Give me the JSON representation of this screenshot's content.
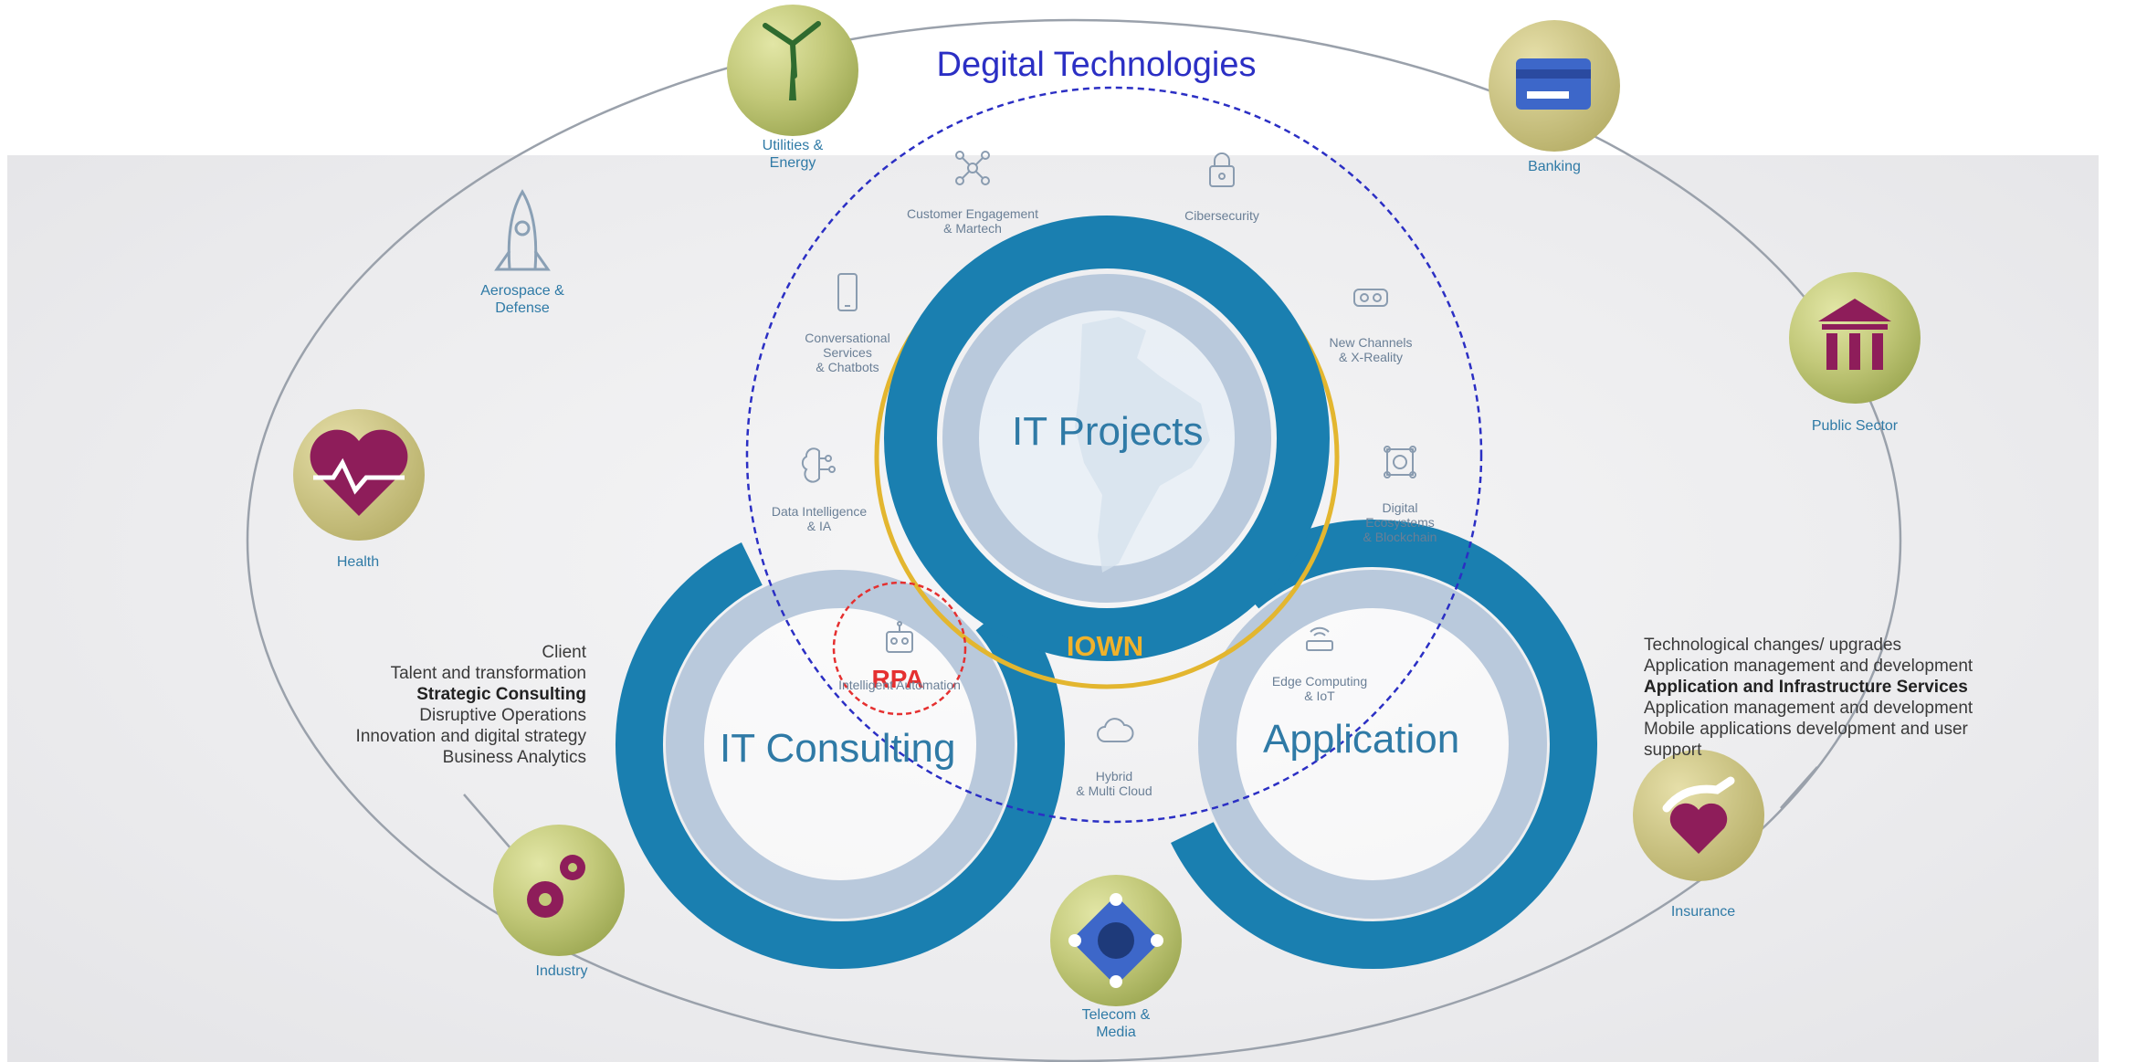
{
  "title": "Degital Technologies",
  "core": {
    "it_projects": "IT Projects",
    "it_consulting": "IT Consulting",
    "application": "Application",
    "iown": "IOWN",
    "rpa": "RPA"
  },
  "industries": [
    {
      "id": "utilities",
      "label": "Utilities  &\nEnergy",
      "icon": "wind-turbine-icon"
    },
    {
      "id": "banking",
      "label": "Banking",
      "icon": "credit-card-icon"
    },
    {
      "id": "public-sector",
      "label": "Public  Sector",
      "icon": "government-building-icon"
    },
    {
      "id": "aerospace",
      "label": "Aerospace  &\nDefense",
      "icon": "rocket-icon"
    },
    {
      "id": "health",
      "label": "Health",
      "icon": "heartbeat-icon"
    },
    {
      "id": "industry",
      "label": "Industry",
      "icon": "gears-icon"
    },
    {
      "id": "telecom",
      "label": "Telecom  &\nMedia",
      "icon": "network-globe-icon"
    },
    {
      "id": "insurance",
      "label": "Insurance",
      "icon": "hand-heart-icon"
    }
  ],
  "technologies": [
    {
      "id": "customer-engagement",
      "label": "Customer Engagement\n& Martech",
      "icon": "network-nodes-icon"
    },
    {
      "id": "cibersecurity",
      "label": "Cibersecurity",
      "icon": "padlock-icon"
    },
    {
      "id": "conversational",
      "label": "Conversational\nServices\n& Chatbots",
      "icon": "smartphone-icon"
    },
    {
      "id": "new-channels",
      "label": "New Channels\n& X-Reality",
      "icon": "vr-headset-icon"
    },
    {
      "id": "data-intelligence",
      "label": "Data Intelligence\n& IA",
      "icon": "brain-icon"
    },
    {
      "id": "digital-ecosystems",
      "label": "Digital\nEcosystems\n& Blockchain",
      "icon": "blockchain-icon"
    },
    {
      "id": "intelligent-automation",
      "label": "Intelligent Automation",
      "icon": "robot-icon"
    },
    {
      "id": "edge-computing",
      "label": "Edge Computing\n& IoT",
      "icon": "wifi-router-icon"
    },
    {
      "id": "hybrid-cloud",
      "label": "Hybrid\n& Multi Cloud",
      "icon": "cloud-icon"
    }
  ],
  "consulting_services": [
    "Client",
    "Talent and transformation",
    "Strategic Consulting",
    "Disruptive Operations",
    "Innovation and digital strategy",
    "Business Analytics"
  ],
  "application_services": [
    "Technological changes/ upgrades",
    "Application management and development",
    "Application and Infrastructure Services",
    "Application management and development",
    "Mobile applications development and user",
    "support"
  ],
  "colors": {
    "ring_blue": "#1a7fb0",
    "ring_light": "#b9c9dc",
    "title_blue": "#2b2fc4",
    "iown_gold": "#f0b22b",
    "rpa_red": "#e53030",
    "icon_green": "#b8c46a",
    "icon_purple": "#8e1d5a"
  }
}
